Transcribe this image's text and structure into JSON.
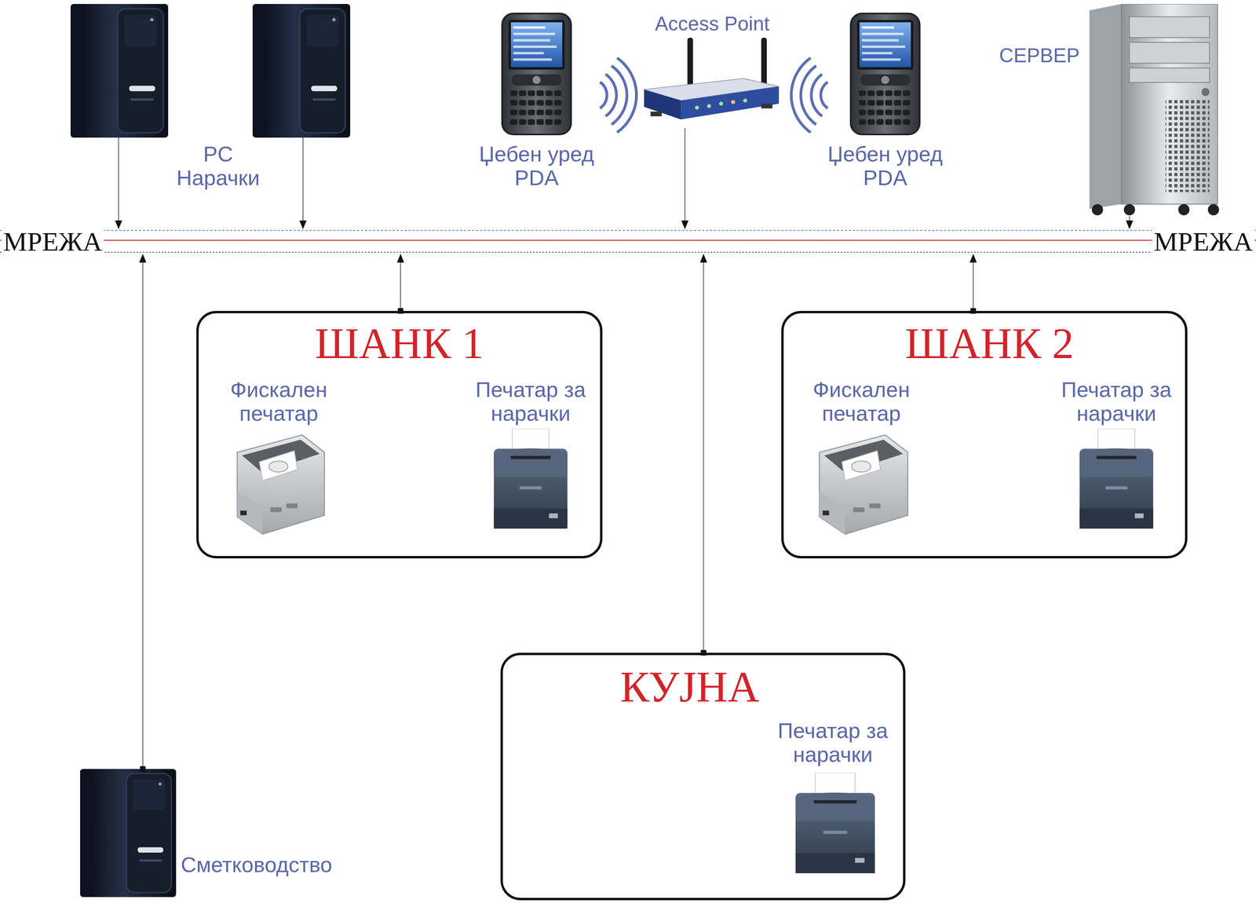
{
  "diagram": {
    "nodes": [
      {
        "text": [
          "PC Нарачки"
        ]
      },
      {
        "text": [
          "Џебен уред PDA"
        ]
      },
      {
        "text": [
          "Access Point"
        ]
      },
      {
        "text": [
          "Џебен уред PDA"
        ]
      },
      {
        "text": [
          "СЕРВЕР"
        ]
      },
      {
        "text": [
          "МРЕЖА",
          "МРЕЖА"
        ]
      },
      {
        "text": [
          "ШАНК 1"
        ]
      },
      {
        "text": [
          "Фискален печатар"
        ],
        "in": 6
      },
      {
        "text": [
          "Печатар за нарачки"
        ],
        "in": 6
      },
      {
        "text": [
          "ШАНК 2"
        ]
      },
      {
        "text": [
          "Фискален печатар"
        ],
        "in": 9
      },
      {
        "text": [
          "Печатар за нарачки"
        ],
        "in": 9
      },
      {
        "text": [
          "КУЈНА"
        ]
      },
      {
        "text": [
          "Печатар за нарачки"
        ],
        "in": 12
      },
      {
        "text": [
          "Сметководство"
        ]
      }
    ],
    "edges": [
      {
        "from": 0,
        "to": 5,
        "arrow": "to"
      },
      {
        "from": 0,
        "to": 5,
        "arrow": "to"
      },
      {
        "from": 2,
        "to": 5,
        "arrow": "to"
      },
      {
        "from": 4,
        "to": 5,
        "arrow": "to"
      },
      {
        "from": 14,
        "to": 5,
        "arrow": "to"
      },
      {
        "from": 6,
        "to": 5,
        "arrow": "to"
      },
      {
        "from": 12,
        "to": 5,
        "arrow": "to"
      },
      {
        "from": 9,
        "to": 5,
        "arrow": "to"
      }
    ]
  }
}
